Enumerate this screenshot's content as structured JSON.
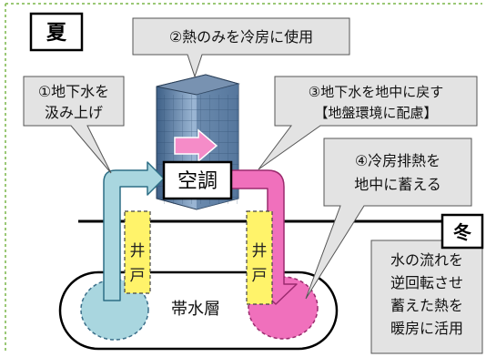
{
  "season": {
    "summer": "夏",
    "winter": "冬"
  },
  "callouts": {
    "step2": "②熱のみを冷房に使用",
    "step1_line1": "①地下水を",
    "step1_line2": "汲み上げ",
    "step3_line1": "③地下水を地中に戻す",
    "step3_line2": "【地盤環境に配慮】",
    "step4_line1": "④冷房排熱を",
    "step4_line2": "地中に蓄える"
  },
  "labels": {
    "hvac": "空調",
    "aquifer": "帯水層",
    "well_char1": "井",
    "well_char2": "戸"
  },
  "winter_note": {
    "line1": "水の流れを",
    "line2": "逆回転させ",
    "line3": "蓄えた熱を",
    "line4": "暖房に活用"
  },
  "colors": {
    "cold_water": "#a9d6df",
    "warm_water": "#f070bc",
    "well": "#fff36a",
    "callout_fill": "#e3e3e3",
    "frame_border": "#7ab648"
  }
}
